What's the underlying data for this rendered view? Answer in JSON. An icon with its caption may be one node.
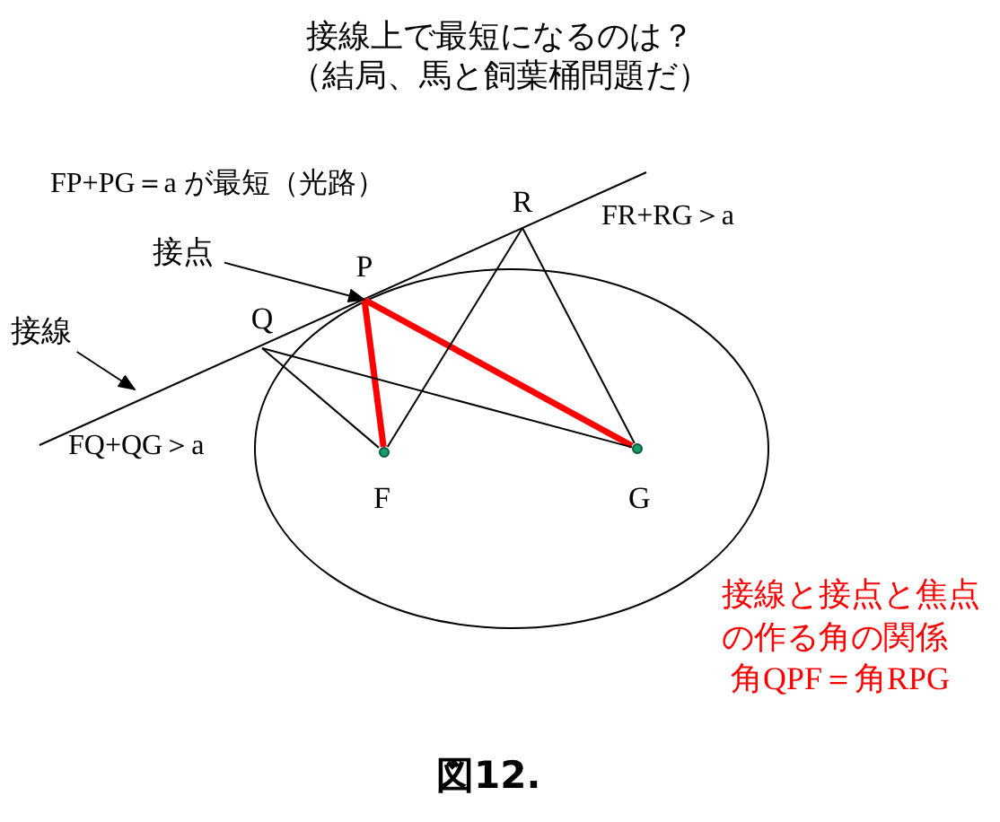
{
  "diagram": {
    "title": "接線上で最短になるのは？（結局、馬と飼葉桶問題だ）",
    "caption": "図12.",
    "nodes": [
      {
        "text": [
          "P"
        ]
      },
      {
        "text": [
          "Q"
        ]
      },
      {
        "text": [
          "R"
        ]
      },
      {
        "text": [],
        "shape": "dot",
        "beside": [
          "F"
        ]
      },
      {
        "text": [],
        "shape": "dot",
        "beside": [
          "G"
        ]
      },
      {
        "text": [
          "接点"
        ]
      },
      {
        "text": [
          "接線"
        ]
      }
    ],
    "edges": [
      {
        "from": 3,
        "to": 0,
        "arrow": "none",
        "style": "thick",
        "color": "#ff0000"
      },
      {
        "from": 0,
        "to": 4,
        "arrow": "none",
        "style": "thick",
        "color": "#ff0000"
      },
      {
        "from": 1,
        "to": 3,
        "arrow": "none"
      },
      {
        "from": 1,
        "to": 4,
        "arrow": "none"
      },
      {
        "from": 2,
        "to": 3,
        "arrow": "none"
      },
      {
        "from": 2,
        "to": 4,
        "arrow": "none"
      },
      {
        "from": 5,
        "to": 0,
        "arrow": "to"
      },
      {
        "from": 6,
        "to": null,
        "arrow": "to"
      }
    ],
    "labels": [
      "FP+PG＝a が最短（光路）",
      "FR+RG＞a",
      "FQ+QG＞a",
      "接線と接点と焦点の作る角の関係",
      "角QPF＝角RPG"
    ]
  }
}
